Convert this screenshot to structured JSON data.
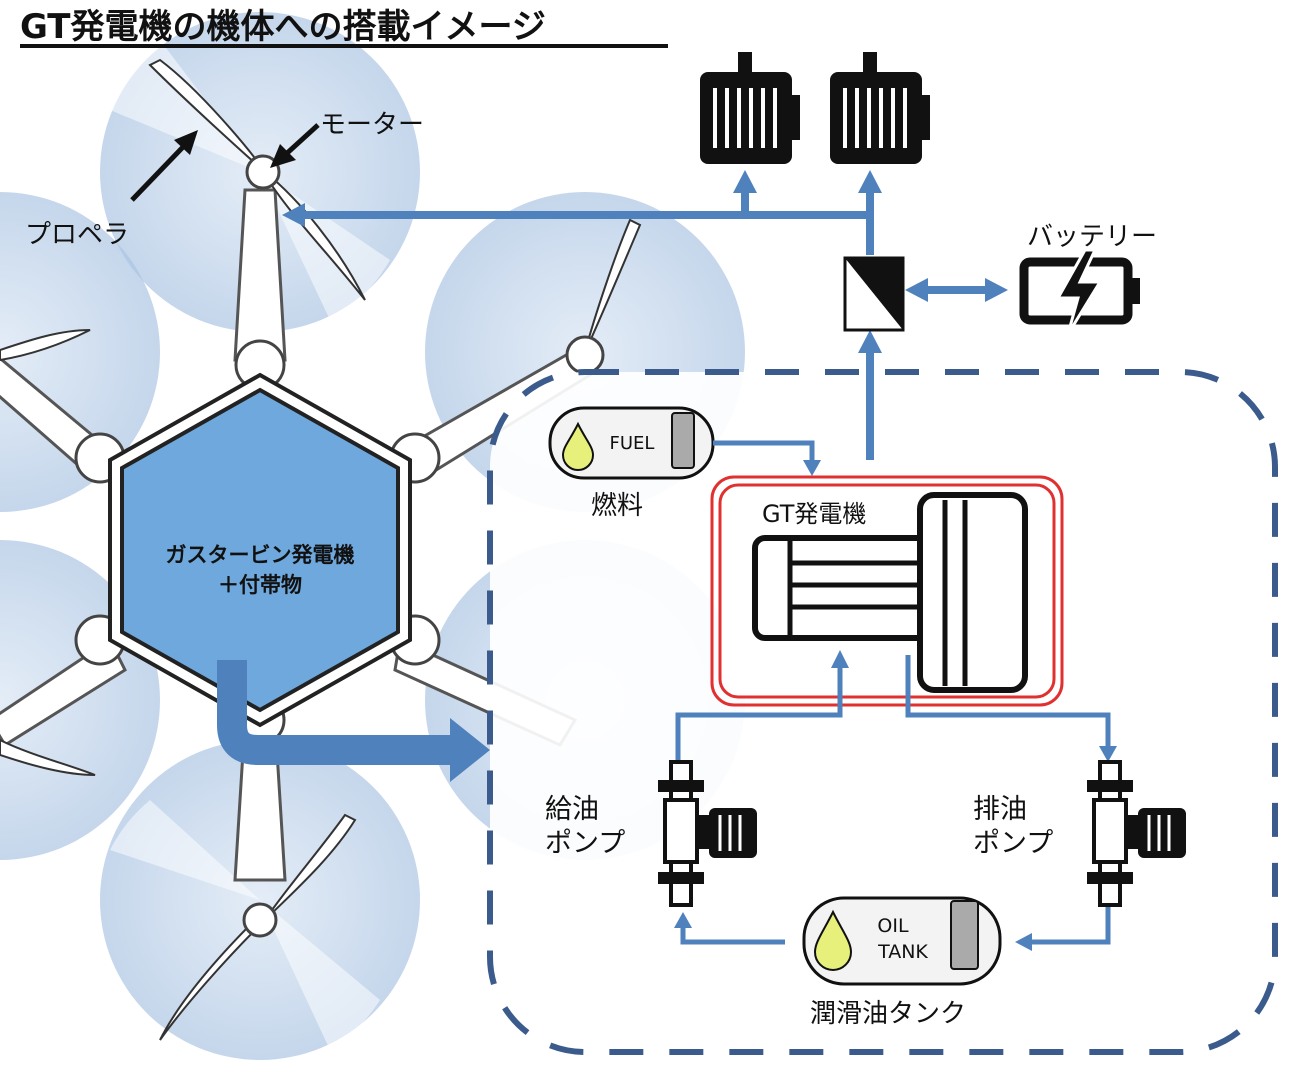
{
  "title": "GT発電機の機体への搭載イメージ",
  "labels": {
    "motor": "モーター",
    "propeller": "プロペラ",
    "battery": "バッテリー",
    "fuel_tag": "FUEL",
    "fuel": "燃料",
    "gt_generator": "GT発電機",
    "hub_line1": "ガスタービン発電機",
    "hub_line2": "＋付帯物",
    "feed_pump_line1": "給油",
    "feed_pump_line2": "ポンプ",
    "drain_pump_line1": "排油",
    "drain_pump_line2": "ポンプ",
    "oil_tag_line1": "OIL",
    "oil_tag_line2": "TANK",
    "oil_tank": "潤滑油タンク"
  },
  "colors": {
    "flow_arrow": "#4f81bd",
    "hub_fill": "#6fa8dc",
    "dashed_box": "#3b5b8c",
    "generator_frame": "#e03030",
    "fuel_drop": "#e6f07a",
    "propeller_disc": "#b9cfe8"
  },
  "icons": {
    "motor_units": "electric-motor-icon",
    "battery": "battery-charging-icon",
    "converter": "power-converter-icon",
    "fuel_drop": "fuel-drop-icon",
    "pump": "pump-icon"
  }
}
